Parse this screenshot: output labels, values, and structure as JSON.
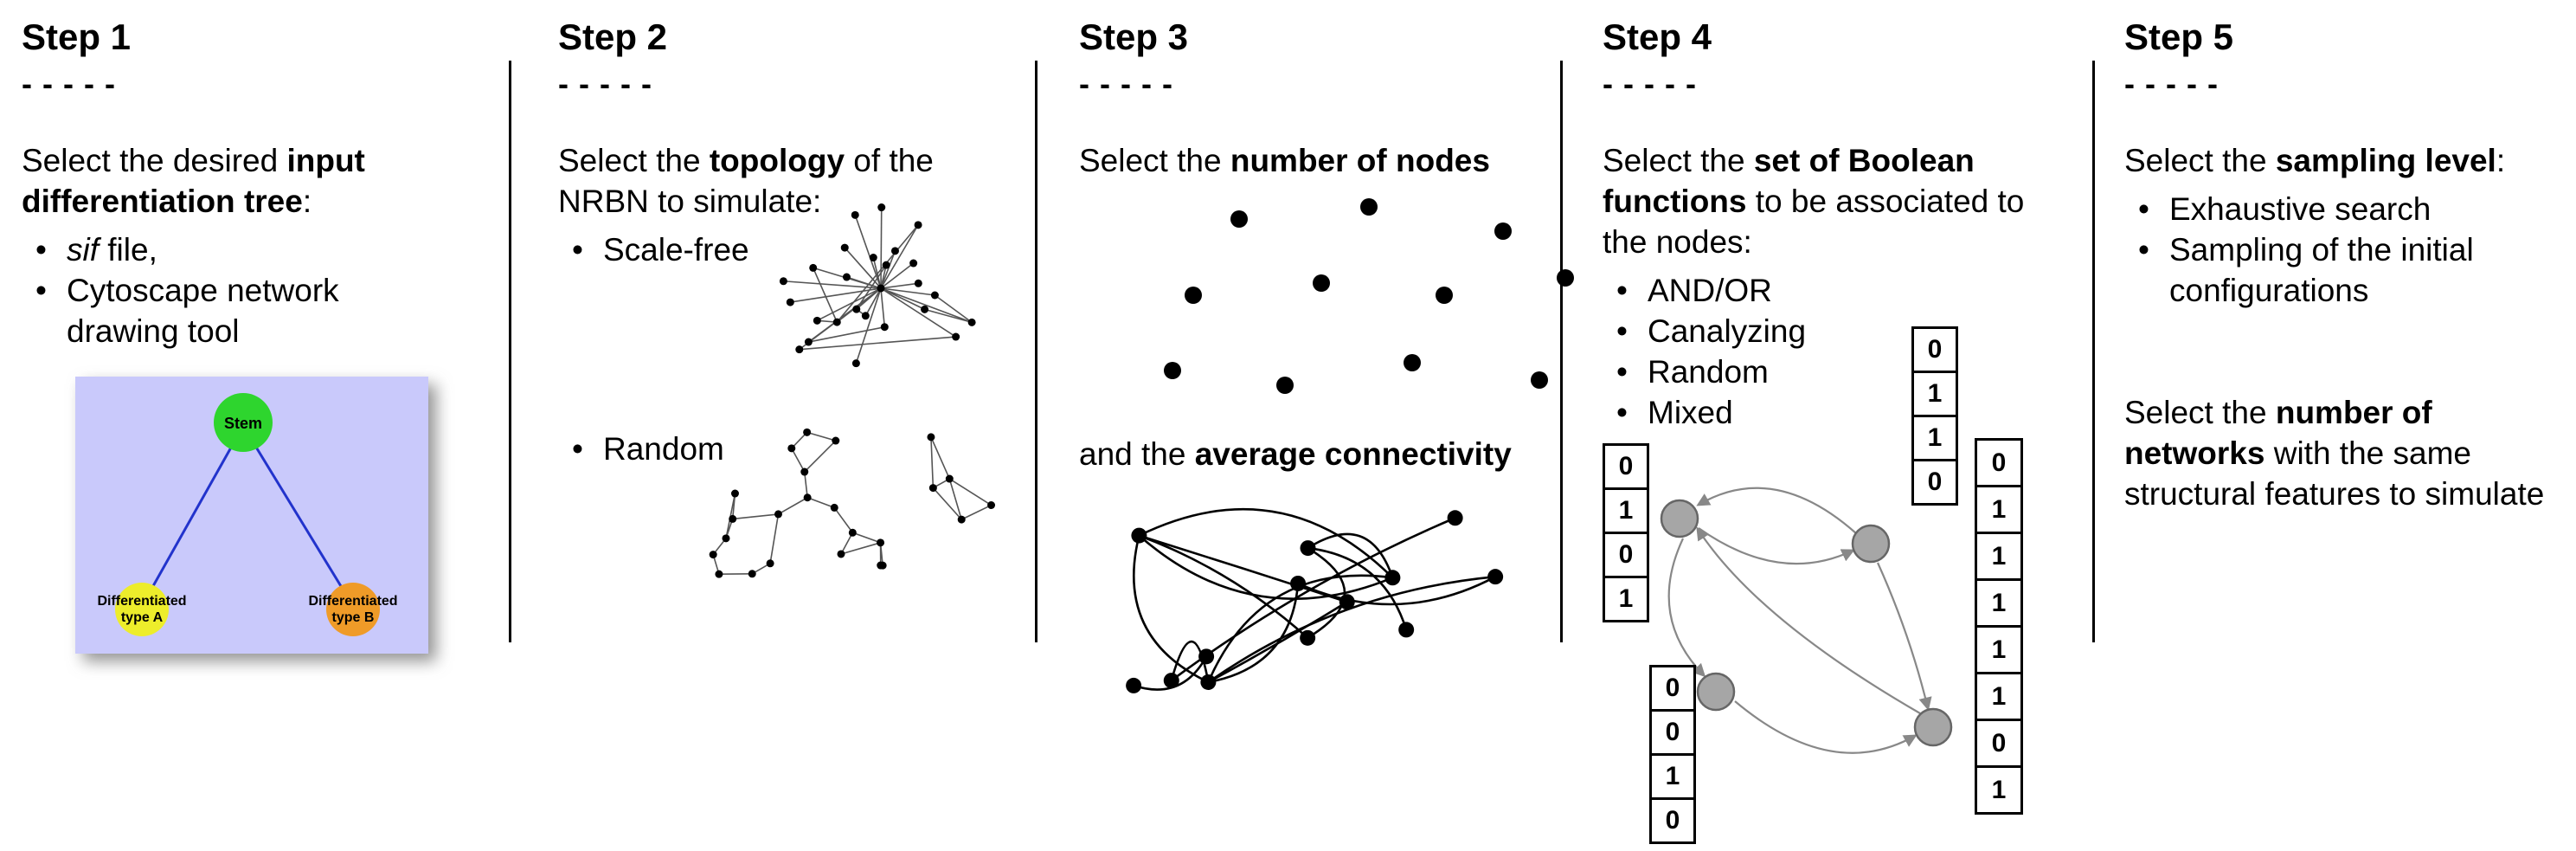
{
  "ui": {
    "bullet_char": "•"
  },
  "steps": [
    {
      "title": "Step 1",
      "dashes": "- - - - -",
      "intro": [
        {
          "t": "Select the desired "
        },
        {
          "t": "input",
          "b": true
        },
        {
          "nl": true
        },
        {
          "t": "differentiation tree",
          "b": true
        },
        {
          "t": ":"
        }
      ],
      "bullets": [
        [
          {
            "t": "sif",
            "i": true
          },
          {
            "t": " file,"
          }
        ],
        [
          {
            "t": "Cytoscape network"
          },
          {
            "nl": true
          },
          {
            "t": "drawing tool"
          }
        ]
      ],
      "tree": {
        "background_color": "#c9c9fb",
        "edge_color": "#2233cc",
        "root_label": "Stem",
        "root_color": "#2ed52e",
        "left_label_line1": "Differentiated",
        "left_label_line2": "type A",
        "left_color": "#eded2b",
        "right_label_line1": "Differentiated",
        "right_label_line2": "type B",
        "right_color": "#ef9b28"
      }
    },
    {
      "title": "Step 2",
      "dashes": "- - - - -",
      "intro": [
        {
          "t": "Select the "
        },
        {
          "t": "topology",
          "b": true
        },
        {
          "t": " of the"
        },
        {
          "nl": true
        },
        {
          "t": "NRBN to simulate:"
        }
      ],
      "bullets_scale_free": [
        [
          {
            "t": "Scale-free"
          }
        ]
      ],
      "bullets_random": [
        [
          {
            "t": "Random"
          }
        ]
      ]
    },
    {
      "title": "Step 3",
      "dashes": "- - - - -",
      "intro": [
        {
          "t": "Select the "
        },
        {
          "t": "number of nodes",
          "b": true
        }
      ],
      "connectivity_text": [
        {
          "t": "and the "
        },
        {
          "t": "average connectivity",
          "b": true
        }
      ]
    },
    {
      "title": "Step 4",
      "dashes": "- - - - -",
      "intro": [
        {
          "t": "Select the "
        },
        {
          "t": "set of Boolean",
          "b": true
        },
        {
          "nl": true
        },
        {
          "t": "functions",
          "b": true
        },
        {
          "t": " to be associated to"
        },
        {
          "nl": true
        },
        {
          "t": "the nodes:"
        }
      ],
      "bullets": [
        [
          {
            "t": "AND/OR"
          }
        ],
        [
          {
            "t": "Canalyzing"
          }
        ],
        [
          {
            "t": "Random"
          }
        ],
        [
          {
            "t": "Mixed"
          }
        ]
      ],
      "truth_tables": {
        "top": [
          "0",
          "1",
          "1",
          "0"
        ],
        "left": [
          "0",
          "1",
          "0",
          "1"
        ],
        "bottom_left": [
          "0",
          "0",
          "1",
          "0"
        ],
        "right": [
          "0",
          "1",
          "1",
          "1",
          "1",
          "1",
          "0",
          "1"
        ]
      },
      "node_color": "#a6a6a6",
      "arrow_color": "#888888"
    },
    {
      "title": "Step 5",
      "dashes": "- - - - -",
      "intro": [
        {
          "t": "Select the "
        },
        {
          "t": "sampling level",
          "b": true
        },
        {
          "t": ":"
        }
      ],
      "bullets": [
        [
          {
            "t": "Exhaustive search"
          }
        ],
        [
          {
            "t": "Sampling of the initial"
          },
          {
            "nl": true
          },
          {
            "t": "configurations"
          }
        ]
      ],
      "networks_text": [
        {
          "t": "Select the "
        },
        {
          "t": "number of",
          "b": true
        },
        {
          "nl": true
        },
        {
          "t": "networks",
          "b": true
        },
        {
          "t": " with the same"
        },
        {
          "nl": true
        },
        {
          "t": "structural features to simulate"
        }
      ]
    }
  ]
}
